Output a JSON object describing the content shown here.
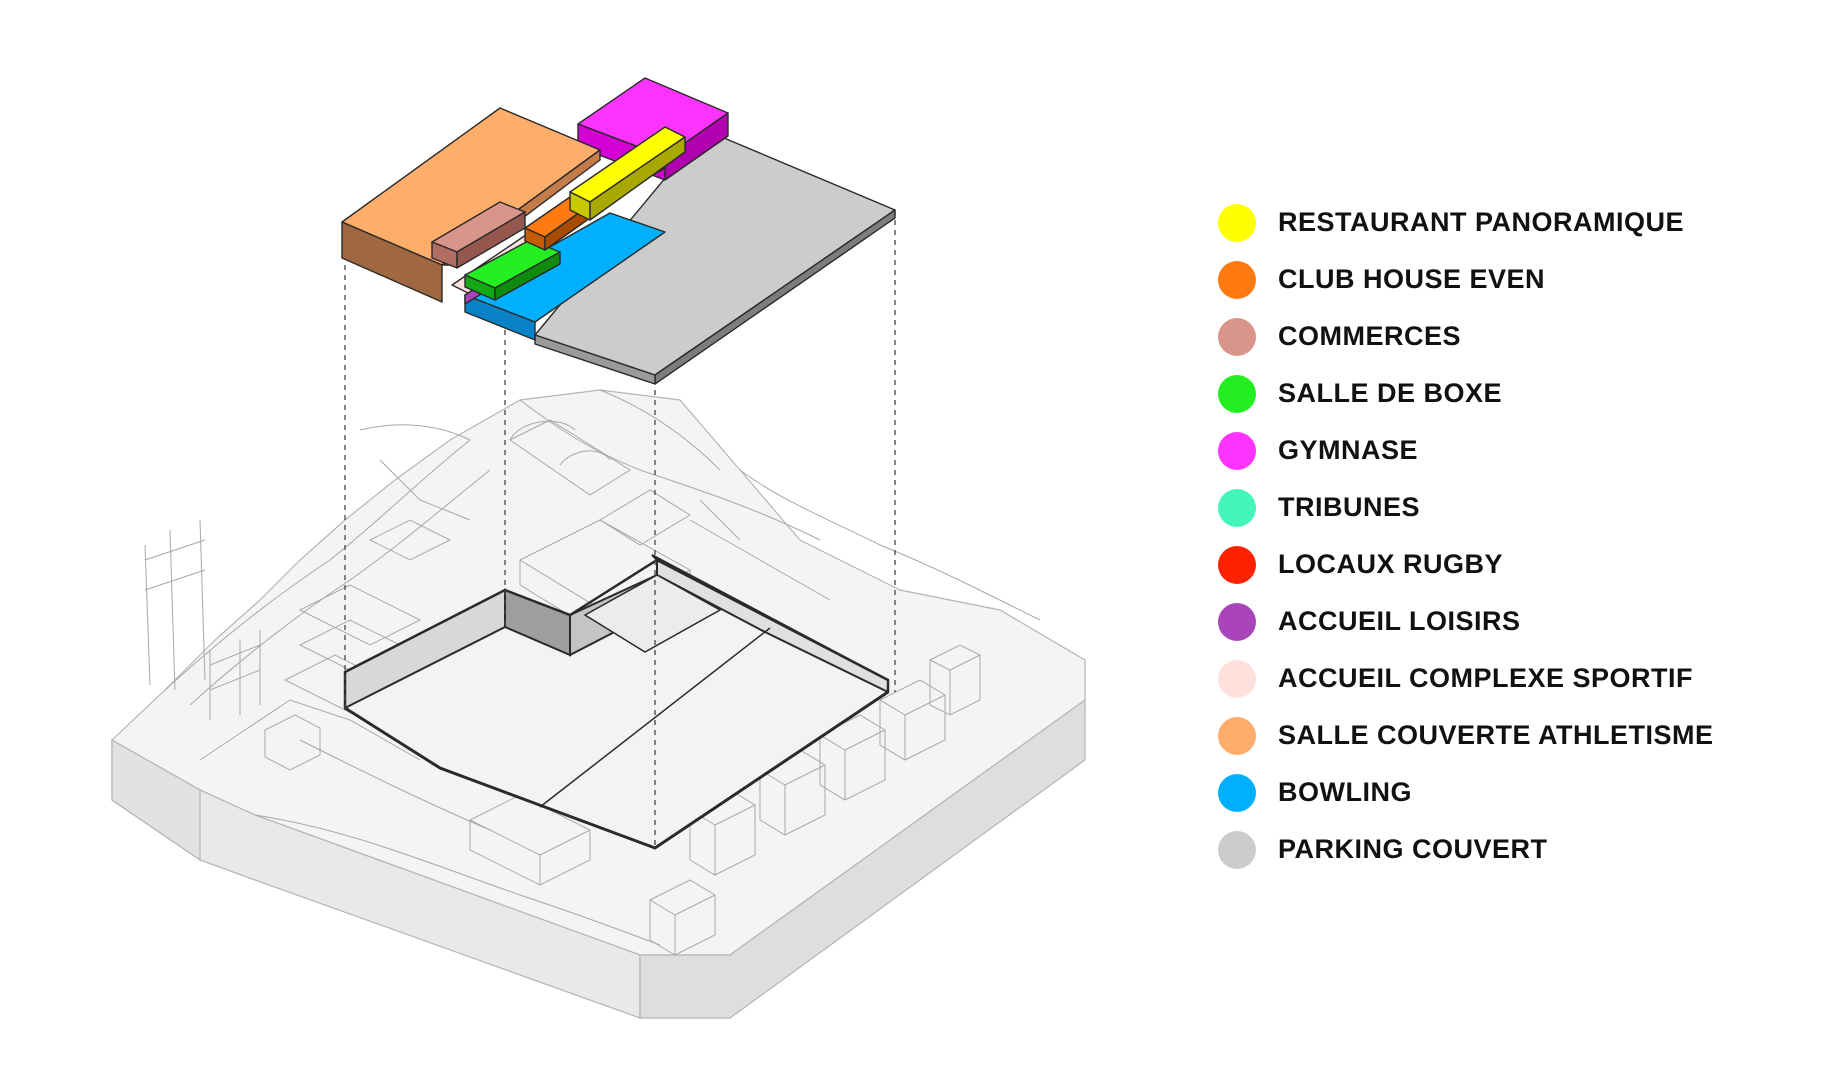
{
  "legend": {
    "items": [
      {
        "label": "RESTAURANT PANORAMIQUE",
        "color": "#ffff00"
      },
      {
        "label": "CLUB HOUSE EVEN",
        "color": "#ff7a10"
      },
      {
        "label": "COMMERCES",
        "color": "#d9958a"
      },
      {
        "label": "SALLE DE BOXE",
        "color": "#22ee22"
      },
      {
        "label": "GYMNASE",
        "color": "#ff33ff"
      },
      {
        "label": "TRIBUNES",
        "color": "#44f5b8"
      },
      {
        "label": "LOCAUX RUGBY",
        "color": "#ff2200"
      },
      {
        "label": "ACCUEIL LOISIRS",
        "color": "#aa44bb"
      },
      {
        "label": "ACCUEIL COMPLEXE SPORTIF",
        "color": "#ffe0dc"
      },
      {
        "label": "SALLE COUVERTE ATHLETISME",
        "color": "#ffad6b"
      },
      {
        "label": "BOWLING",
        "color": "#00b0ff"
      },
      {
        "label": "PARKING COUVERT",
        "color": "#cccccc"
      }
    ]
  },
  "diagram": {
    "line_color": "#2a2a2a",
    "site_line_color": "#a8a8a8",
    "ground_color": "#f2f2f2"
  }
}
